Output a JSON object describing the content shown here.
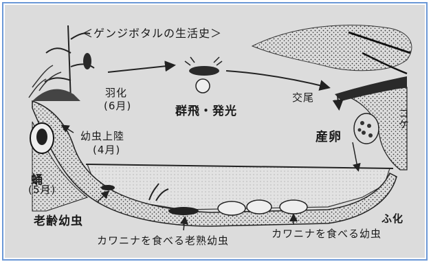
{
  "title": "＜ゲンジボタルの生活史＞",
  "labels": {
    "emergence": "羽化",
    "emergence_month": "(6月)",
    "swarm_glow": "群飛・発光",
    "mating": "交尾",
    "oviposition": "産卵",
    "moss": "コケ",
    "hatching": "ふ化",
    "larva_landing": "幼虫上陸",
    "larva_landing_month": "(4月)",
    "pupa": "蛹",
    "pupa_month": "(5月)",
    "old_larva": "老齢幼虫",
    "mature_larva_eating": "カワニナを食べる老熟幼虫",
    "larva_eating": "カワニナを食べる幼虫"
  },
  "colors": {
    "paper": "#dcdcdc",
    "ink": "#1a1a1a",
    "frame": "#6a97d6"
  }
}
